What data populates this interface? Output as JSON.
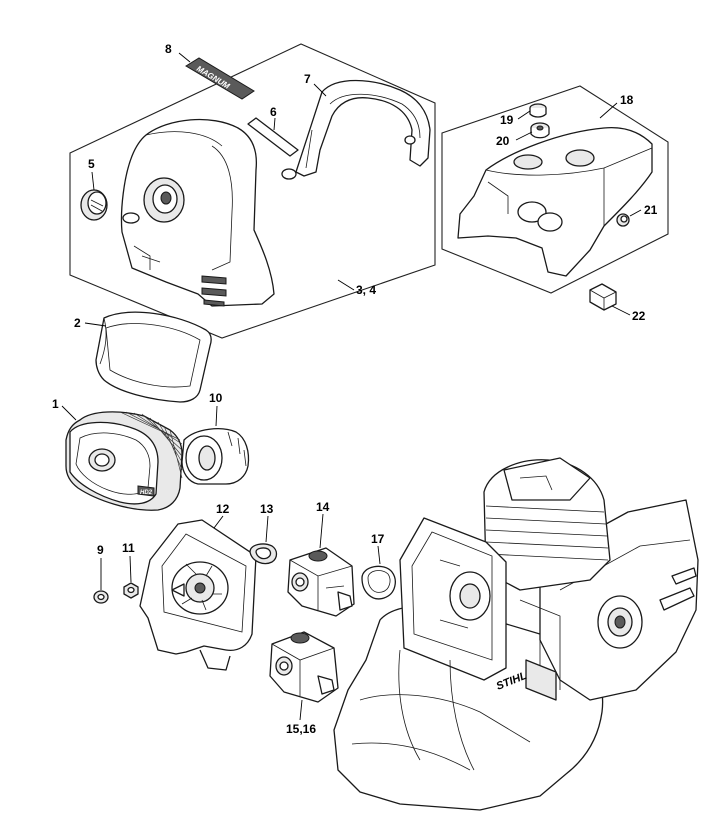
{
  "callouts": [
    {
      "id": "c1",
      "text": "1"
    },
    {
      "id": "c2",
      "text": "2"
    },
    {
      "id": "c3_4",
      "text": "3, 4"
    },
    {
      "id": "c5",
      "text": "5"
    },
    {
      "id": "c6",
      "text": "6"
    },
    {
      "id": "c7",
      "text": "7"
    },
    {
      "id": "c8",
      "text": "8"
    },
    {
      "id": "c9",
      "text": "9"
    },
    {
      "id": "c10",
      "text": "10"
    },
    {
      "id": "c11",
      "text": "11"
    },
    {
      "id": "c12",
      "text": "12"
    },
    {
      "id": "c13",
      "text": "13"
    },
    {
      "id": "c14",
      "text": "14"
    },
    {
      "id": "c15_16",
      "text": "15,16"
    },
    {
      "id": "c17",
      "text": "17"
    },
    {
      "id": "c18",
      "text": "18"
    },
    {
      "id": "c19",
      "text": "19"
    },
    {
      "id": "c20",
      "text": "20"
    },
    {
      "id": "c21",
      "text": "21"
    },
    {
      "id": "c22",
      "text": "22"
    }
  ],
  "stamps": {
    "decal_text": "MAGNUM",
    "brand_text": "STIHL",
    "filter_label": "HD2"
  }
}
